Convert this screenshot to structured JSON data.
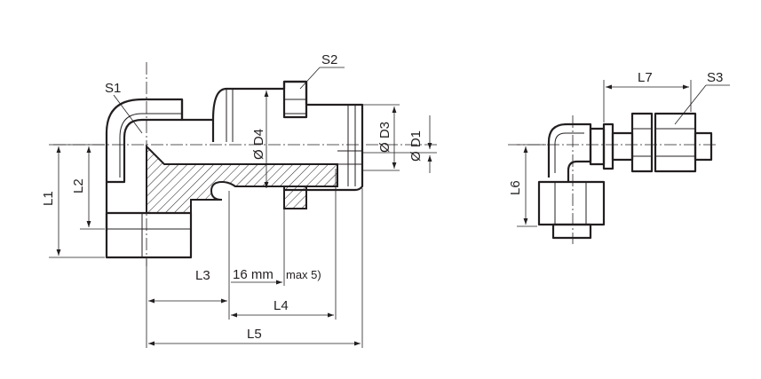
{
  "labels": {
    "S1": "S1",
    "S2": "S2",
    "S3": "S3",
    "L1": "L1",
    "L2": "L2",
    "L3": "L3",
    "L4": "L4",
    "L5": "L5",
    "L6": "L6",
    "L7": "L7",
    "D1": "Ø D1",
    "D3": "Ø D3",
    "D4": "Ø D4",
    "note_16mm": "16 mm",
    "note_max": "max 5)"
  },
  "colors": {
    "line": "#231f20",
    "background": "#ffffff"
  }
}
